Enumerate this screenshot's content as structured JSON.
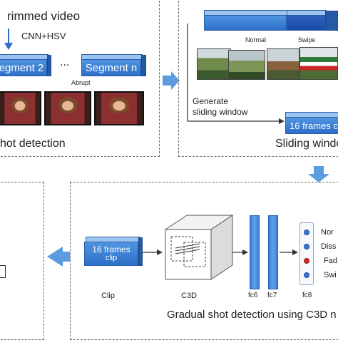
{
  "top_left": {
    "title": "rimmed video",
    "method": "CNN+HSV",
    "segment_2": "egment 2",
    "ellipsis": "...",
    "segment_n": "Segment n",
    "abrupt": "Abrupt",
    "caption": "hot detection"
  },
  "top_right": {
    "label_normal": "Normal",
    "label_swipe": "Swipe",
    "generate_line1": "Generate",
    "generate_line2": "sliding window",
    "frames_block": "16 frames c",
    "caption": "Sliding windo"
  },
  "bottom": {
    "clip_block_line1": "16 frames",
    "clip_block_line2": "clip",
    "clip_label": "Clip",
    "c3d_label": "C3D",
    "fc6_label": "fc6",
    "fc7_label": "fc7",
    "fc8_label": "fc8",
    "out_1": "Nor",
    "out_2": "Diss",
    "out_3": "Fad",
    "out_4": "Swi",
    "caption": "Gradual shot detection using C3D n"
  },
  "colors": {
    "block_blue": "#2d6fc9",
    "arrow_blue": "#5b9be0",
    "highlight_red": "#d62828"
  }
}
